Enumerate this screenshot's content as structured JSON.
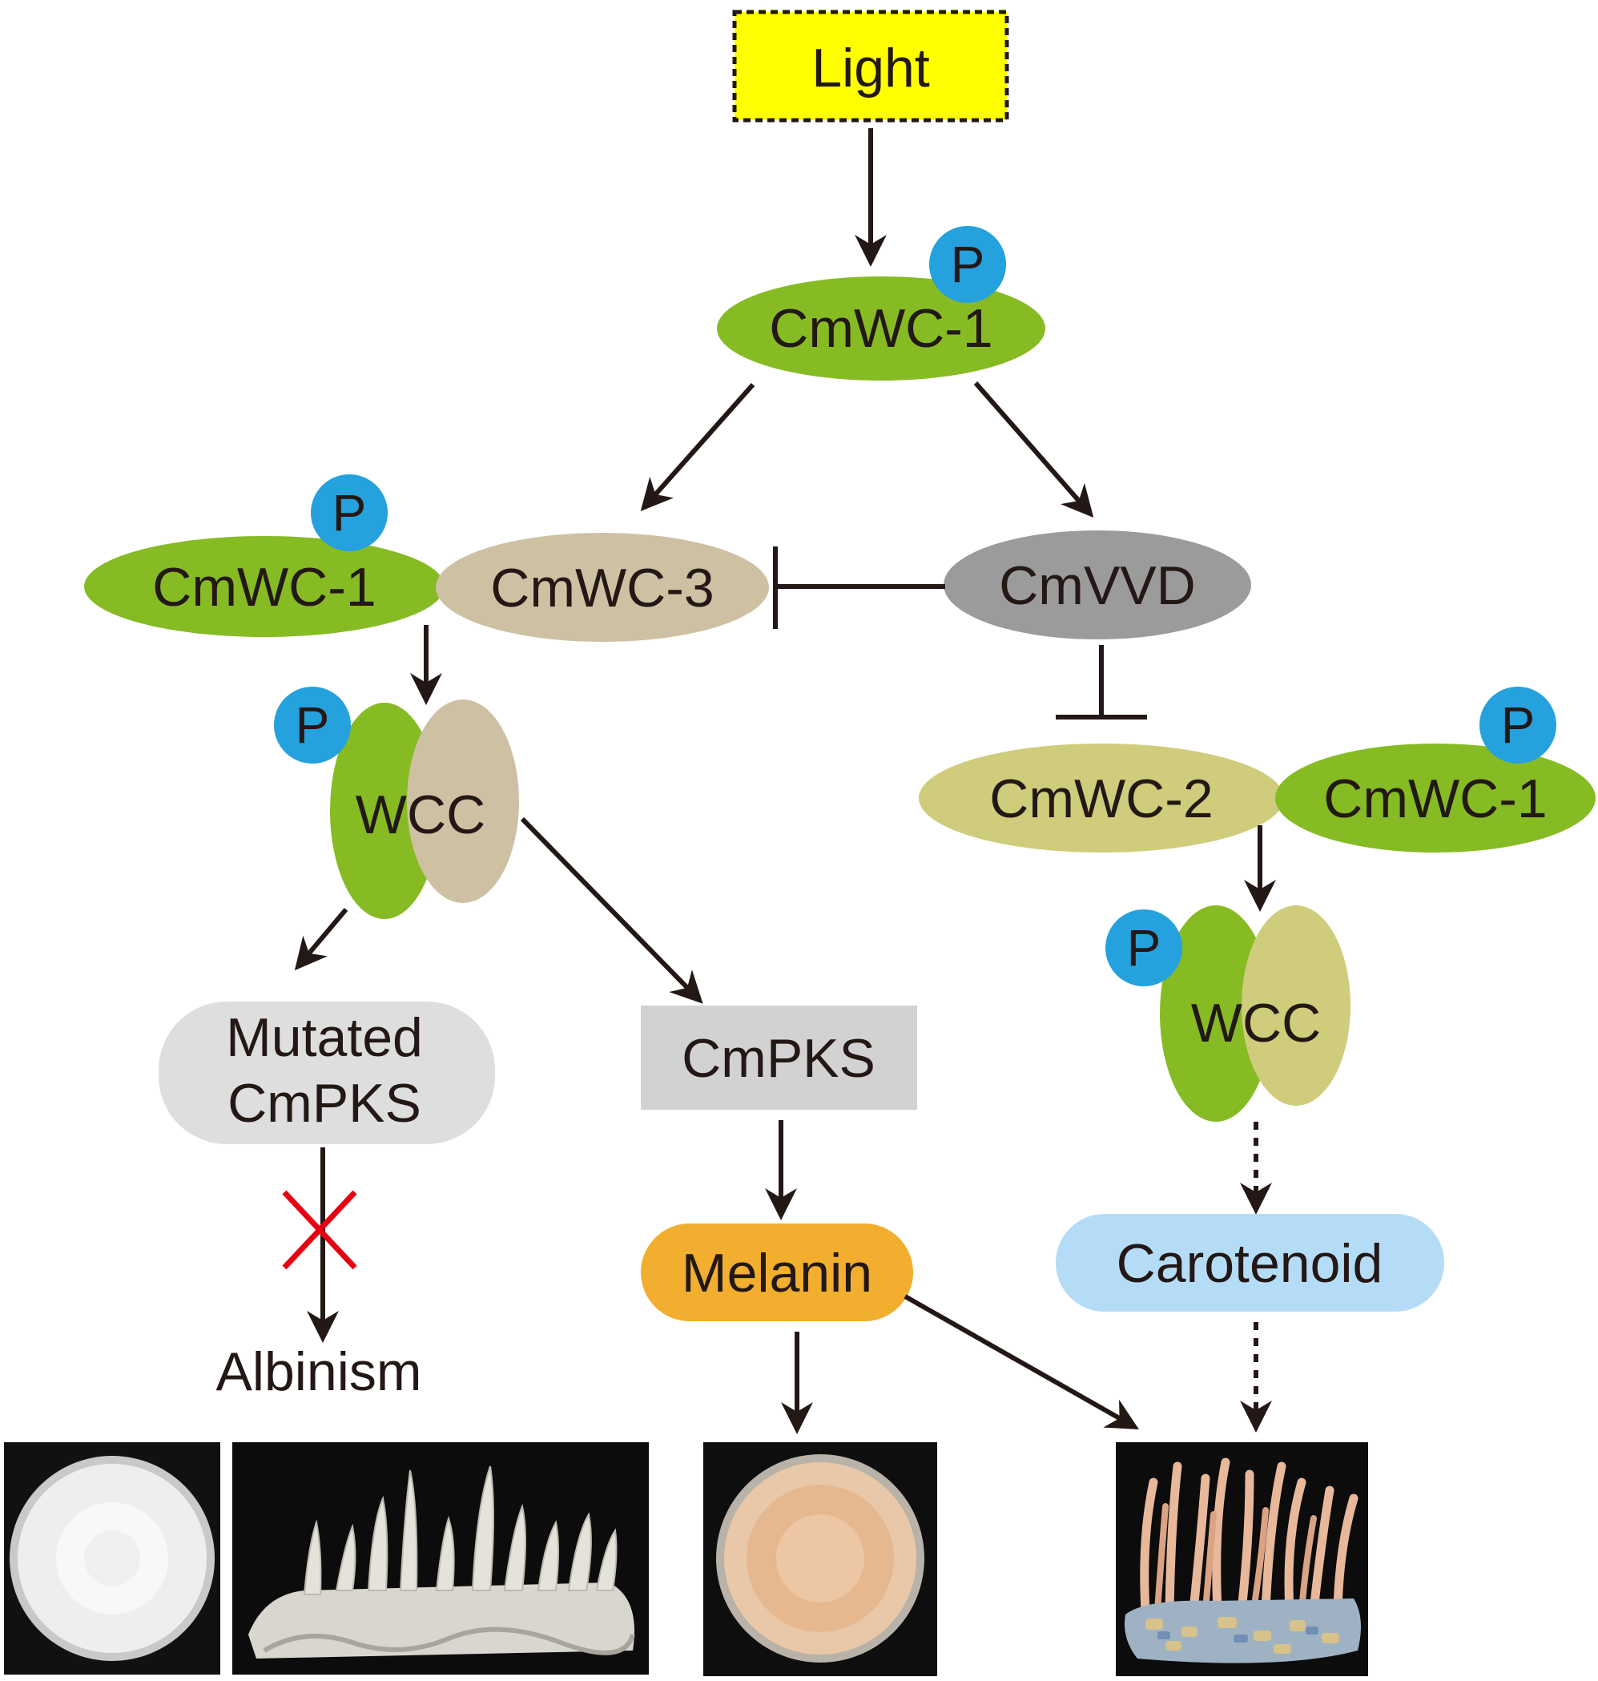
{
  "colors": {
    "light_fill": "#ffff00",
    "wc1_green": "#86bb23",
    "wc3_tan": "#cec1a3",
    "vvd_gray": "#9b9b9b",
    "wc2_olive": "#cfcc7b",
    "phospho_blue": "#25a1dd",
    "mutated_gray": "#dedede",
    "pks_gray": "#d2d2d2",
    "melanin_orange": "#f2ae2e",
    "carotenoid_blue": "#b5dcf6",
    "arrow": "#231815",
    "x_mark": "#e60012"
  },
  "nodes": {
    "light": "Light",
    "cmwc1_top": "CmWC-1",
    "cmwc1_left": "CmWC-1",
    "cmwc3": "CmWC-3",
    "cmvvd": "CmVVD",
    "cmwc2": "CmWC-2",
    "cmwc1_right": "CmWC-1",
    "wcc_left": "WCC",
    "wcc_right": "WCC",
    "mutated_line1": "Mutated",
    "mutated_line2": "CmPKS",
    "cmpks": "CmPKS",
    "melanin": "Melanin",
    "carotenoid": "Carotenoid",
    "albinism": "Albinism"
  },
  "phospho_label": "P",
  "photos": [
    {
      "id": "albino-plate",
      "subject": "white mycelium culture plate"
    },
    {
      "id": "albino-fruiting-bodies",
      "subject": "white fruiting bodies"
    },
    {
      "id": "pigmented-plate",
      "subject": "orange mycelium culture plate"
    },
    {
      "id": "pigmented-fruiting-bodies",
      "subject": "orange fruiting bodies"
    }
  ]
}
